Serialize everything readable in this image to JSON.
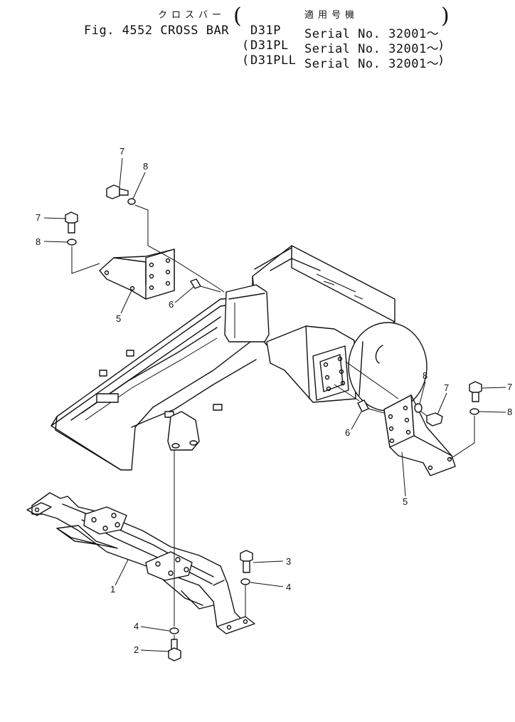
{
  "header": {
    "jp_title": "クロスバー",
    "jp_applicable": "適用号機",
    "fig_line": "Fig. 4552 CROSS BAR",
    "models": [
      {
        "model": "D31P",
        "serial": "Serial No. 32001～"
      },
      {
        "model": "D31PL",
        "serial": "Serial No. 32001～"
      },
      {
        "model": "D31PLL",
        "serial": "Serial No. 32001～"
      }
    ]
  },
  "callouts": {
    "c1": "1",
    "c2": "2",
    "c3": "3",
    "c4a": "4",
    "c4b": "4",
    "c5a": "5",
    "c5b": "5",
    "c6a": "6",
    "c6b": "6",
    "c7a": "7",
    "c7b": "7",
    "c7c": "7",
    "c7d": "7",
    "c8a": "8",
    "c8b": "8",
    "c8c": "8",
    "c8d": "8"
  }
}
